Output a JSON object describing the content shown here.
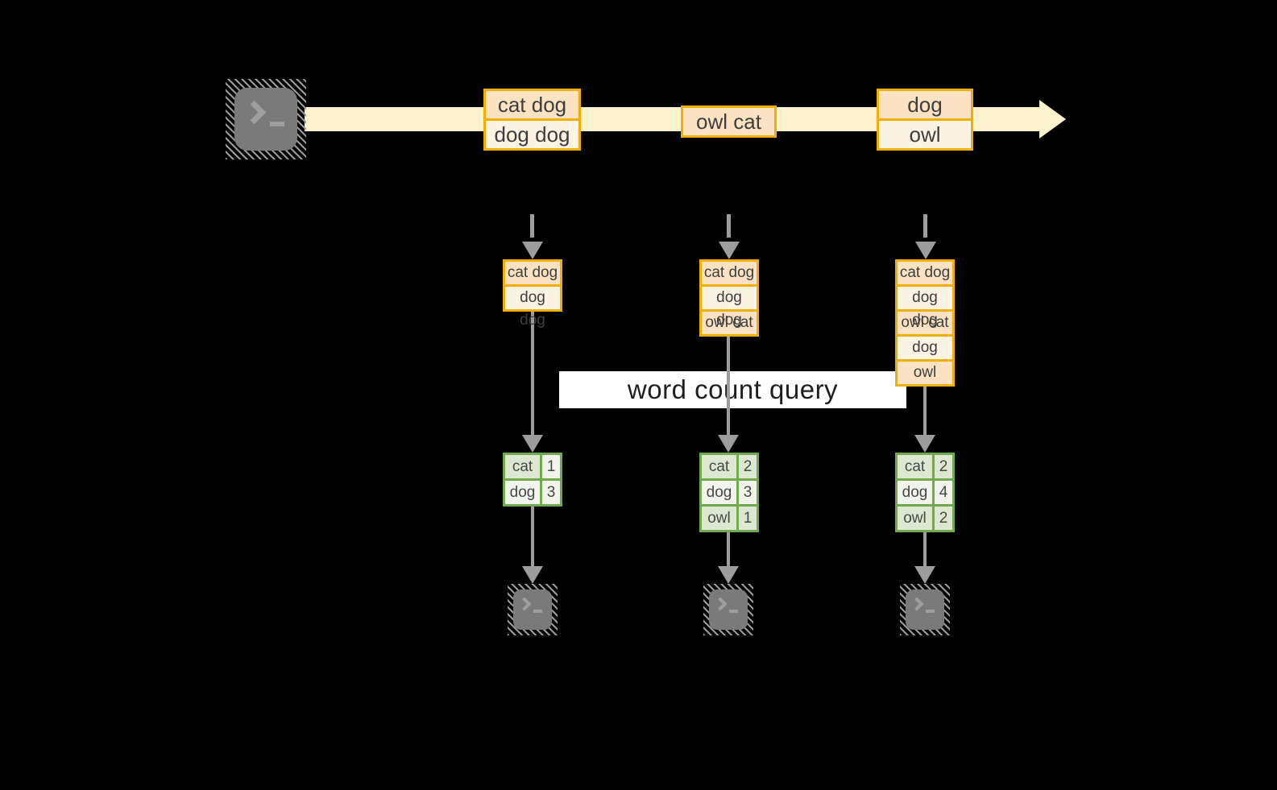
{
  "diagram": {
    "query_label": "word count query",
    "stream": {
      "source_icon": "terminal-icon",
      "batches": [
        {
          "lines": [
            "cat dog",
            "dog dog"
          ]
        },
        {
          "lines": [
            "owl cat"
          ]
        },
        {
          "lines": [
            "dog",
            "owl"
          ]
        }
      ]
    },
    "columns": [
      {
        "micro_batch": [
          "cat dog",
          "dog dog"
        ],
        "word_counts": [
          {
            "word": "cat",
            "count": "1"
          },
          {
            "word": "dog",
            "count": "3"
          }
        ],
        "sink_icon": "terminal-icon"
      },
      {
        "micro_batch": [
          "cat dog",
          "dog dog",
          "owl cat"
        ],
        "word_counts": [
          {
            "word": "cat",
            "count": "2"
          },
          {
            "word": "dog",
            "count": "3"
          },
          {
            "word": "owl",
            "count": "1"
          }
        ],
        "sink_icon": "terminal-icon"
      },
      {
        "micro_batch": [
          "cat dog",
          "dog dog",
          "owl cat",
          "dog",
          "owl"
        ],
        "word_counts": [
          {
            "word": "cat",
            "count": "2"
          },
          {
            "word": "dog",
            "count": "4"
          },
          {
            "word": "owl",
            "count": "2"
          }
        ],
        "sink_icon": "terminal-icon"
      }
    ],
    "colors": {
      "background": "#000000",
      "gold_border": "#F2AE01",
      "peach_fill": "#FBE2C2",
      "cream_fill": "#FDF3E3",
      "stream_fill": "#FCF2CE",
      "green_border": "#71A94E",
      "green_fill_dark": "#DCE8D0",
      "green_fill_light": "#F0F4EB",
      "arrow_gray": "#9D9D9D",
      "terminal_gray": "#7A7A7A",
      "label_bg": "#FFFFFF"
    }
  }
}
